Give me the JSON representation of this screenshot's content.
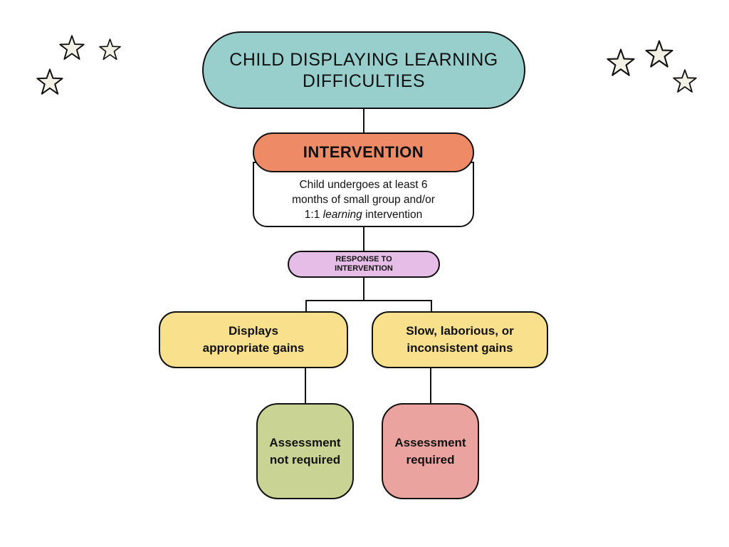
{
  "nodes": {
    "top": {
      "line1": "CHILD DISPLAYING LEARNING",
      "line2": "DIFFICULTIES"
    },
    "intervention": {
      "title": "INTERVENTION",
      "line1": "Child undergoes at least 6",
      "line2": "months of small group and/or",
      "line3_pre": "1:1 ",
      "line3_em": "learning",
      "line3_post": " intervention"
    },
    "response": {
      "line1": "RESPONSE TO",
      "line2": "INTERVENTION"
    },
    "left_outcome": {
      "line1": "Displays",
      "line2": "appropriate gains"
    },
    "right_outcome": {
      "line1": "Slow, laborious, or",
      "line2": "inconsistent gains"
    },
    "left_result": {
      "line1": "Assessment",
      "line2": "not required"
    },
    "right_result": {
      "line1": "Assessment",
      "line2": "required"
    }
  },
  "colors": {
    "top": "#98cfcd",
    "intervention": "#ef8a67",
    "response": "#e6bde6",
    "outcome": "#f8e08d",
    "not_required": "#c9d394",
    "required": "#eba3a0"
  },
  "decorations": {
    "star_icon": "star-icon"
  }
}
